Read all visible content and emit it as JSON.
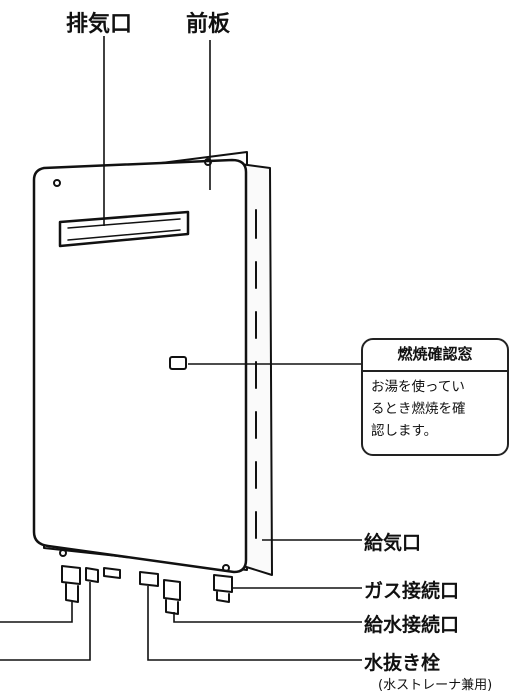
{
  "labels": {
    "exhaust": "排気口",
    "front_plate": "前板",
    "intake": "給気口",
    "gas_connection": "ガス接続口",
    "water_supply": "給水接続口",
    "drain_plug": "水抜き栓",
    "drain_plug_note": "(水ストレーナ兼用)"
  },
  "callout": {
    "title": "燃焼確認窓",
    "lines": [
      "お湯を使ってい",
      "るとき燃焼を確",
      "認します。"
    ]
  },
  "colors": {
    "line": "#111111",
    "panel": "#ffffff",
    "background": "#ffffff"
  }
}
